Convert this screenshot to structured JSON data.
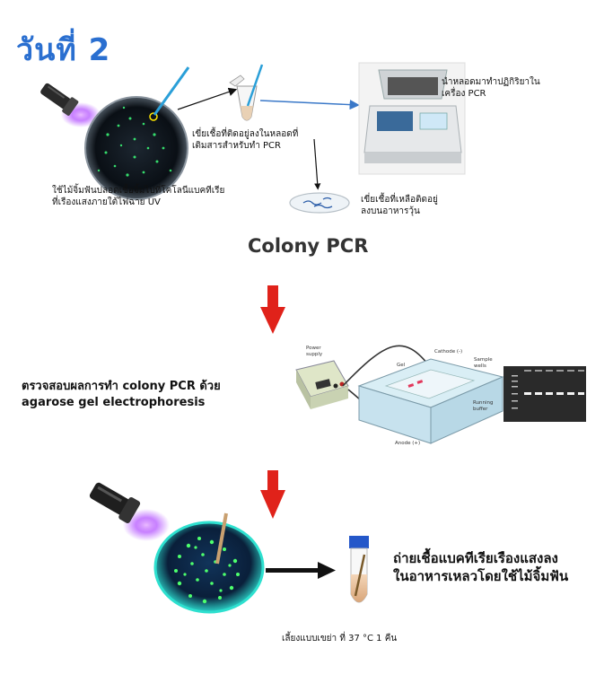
{
  "title": "วันที่ 2",
  "step1": {
    "uv_caption": "ใช้ไม้จิ้มฟันปลอดเชื้อจิ้มไปที่โคโลนีแบคทีเรีย\nที่เรืองแสงภายใต้ไฟฉาย UV",
    "tube_caption": "เขี่ยเชื้อที่ติดอยู่ลงในหลอดที่\nเติมสารสำหรับทำ PCR",
    "pcr_caption": "นำหลอดมาทำปฏิกิริยาใน\nเครื่อง PCR",
    "plate_caption": "เขี่ยเชื้อที่เหลือติดอยู่\nลงบนอาหารวุ้น",
    "section_label": "Colony PCR"
  },
  "step2": {
    "caption": "ตรวจสอบผลการทำ colony PCR ด้วย\nagarose gel electrophoresis",
    "apparatus_labels": {
      "power": "Power\nsupply",
      "cathode": "Cathode (-)",
      "sample": "Sample\nwells",
      "gel": "Gel",
      "buffer": "Running\nbuffer",
      "anode": "Anode (+)"
    }
  },
  "step3": {
    "caption": "ถ่ายเชื้อแบคทีเรียเรืองแสงลง\nในอาหารเหลวโดยใช้ไม้จิ้มฟัน",
    "incubation": "เลี้ยงแบบเขย่า ที่ 37 °C 1 คืน"
  },
  "colors": {
    "title": "#2a6fd0",
    "arrow": "#e0221a",
    "uv_light": "#b04bff",
    "fluor": "#39ff6a",
    "blue_arrow": "#3a78c8"
  }
}
